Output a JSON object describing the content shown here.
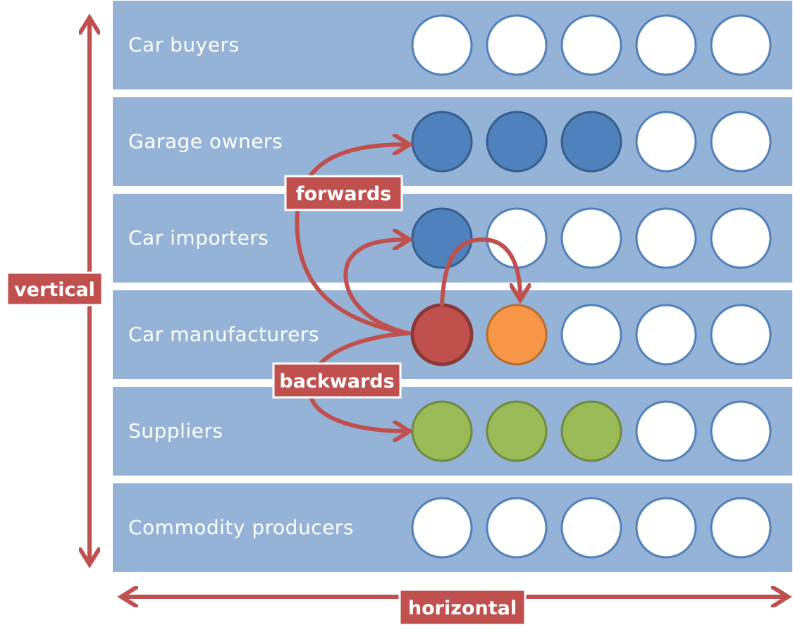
{
  "diagram": {
    "rows": [
      {
        "label": "Car buyers",
        "circles": [
          "empty",
          "empty",
          "empty",
          "empty",
          "empty"
        ]
      },
      {
        "label": "Garage owners",
        "circles": [
          "blue",
          "blue",
          "blue",
          "empty",
          "empty"
        ]
      },
      {
        "label": "Car importers",
        "circles": [
          "blue",
          "empty",
          "empty",
          "empty",
          "empty"
        ]
      },
      {
        "label": "Car manufacturers",
        "circles": [
          "red",
          "orange",
          "empty",
          "empty",
          "empty"
        ]
      },
      {
        "label": "Suppliers",
        "circles": [
          "green",
          "green",
          "green",
          "empty",
          "empty"
        ]
      },
      {
        "label": "Commodity producers",
        "circles": [
          "empty",
          "empty",
          "empty",
          "empty",
          "empty"
        ]
      }
    ],
    "tags": {
      "forwards": "forwards",
      "backwards": "backwards",
      "vertical": "vertical",
      "horizontal": "horizontal"
    },
    "colors": {
      "band": "#95b3d7",
      "arrow": "#c0504d",
      "tag_fill": "#c0504d",
      "circle_empty_fill": "#ffffff",
      "circle_empty_stroke": "#4f81bd",
      "blue_fill": "#4f81bd",
      "blue_stroke": "#385d8a",
      "red_fill": "#c0504d",
      "red_stroke": "#8c3836",
      "orange_fill": "#f79646",
      "orange_stroke": "#b66d31",
      "green_fill": "#9bbb59",
      "green_stroke": "#71893f"
    }
  }
}
